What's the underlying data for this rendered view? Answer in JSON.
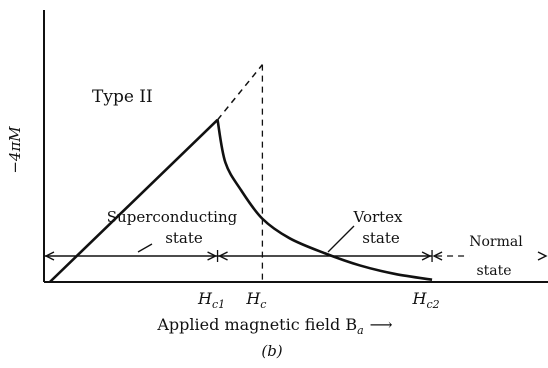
{
  "chart_data": {
    "type": "line",
    "panel_label": "(b)",
    "annotation": "Type II",
    "ylabel": "−4πM",
    "xlabel": "Applied magnetic field B",
    "xlabel_sub": "a",
    "xlabel_arrow": "⟶",
    "xlim": [
      0,
      10
    ],
    "ylim": [
      0,
      10
    ],
    "critical_fields": [
      {
        "name": "H",
        "sub": "c1",
        "x": 4.45
      },
      {
        "name": "H",
        "sub": "c",
        "x": 5.6
      },
      {
        "name": "H",
        "sub": "c2",
        "x": 9.95
      }
    ],
    "series": [
      {
        "style": "solid",
        "points": [
          [
            0.15,
            0
          ],
          [
            4.45,
            7.05
          ]
        ]
      },
      {
        "style": "dashed",
        "points": [
          [
            4.45,
            7.05
          ],
          [
            5.6,
            9.45
          ]
        ]
      },
      {
        "style": "solid",
        "points": [
          [
            4.45,
            7.05
          ],
          [
            4.65,
            5.2
          ],
          [
            5.05,
            4.0
          ],
          [
            5.6,
            2.75
          ],
          [
            6.3,
            1.9
          ],
          [
            7.2,
            1.25
          ],
          [
            8.1,
            0.72
          ],
          [
            9.0,
            0.35
          ],
          [
            9.95,
            0.1
          ]
        ]
      }
    ],
    "regions": [
      {
        "label": [
          "Superconducting",
          "state"
        ],
        "x_range": [
          0,
          4.45
        ]
      },
      {
        "label": [
          "Vortex",
          "state"
        ],
        "x_range": [
          4.45,
          9.95
        ]
      },
      {
        "label": [
          "Normal",
          "state"
        ],
        "x_range": [
          9.95,
          10.9
        ]
      }
    ]
  }
}
